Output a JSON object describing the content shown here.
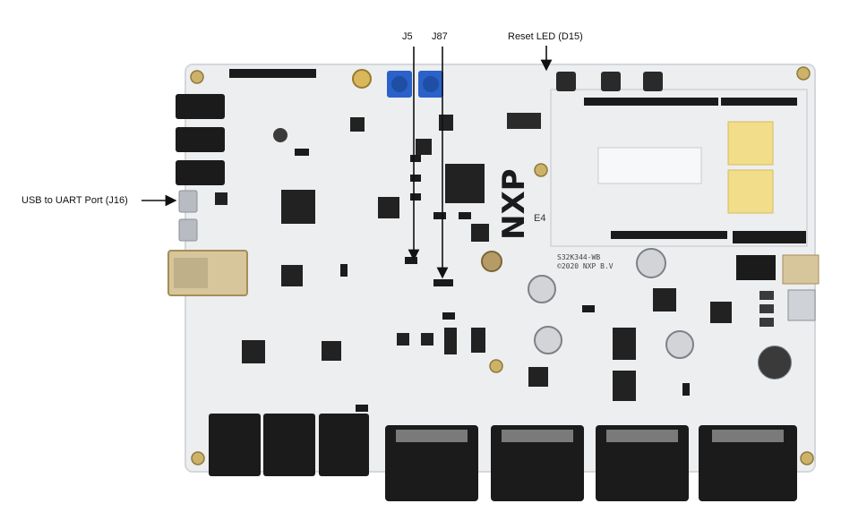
{
  "annotations": {
    "j5": "J5",
    "j87": "J87",
    "reset_led": "Reset LED (D15)",
    "usb_uart": "USB to UART Port (J16)"
  },
  "board": {
    "logo": "NXP",
    "revision": "E4",
    "model": "S32K344-WB",
    "copyright": "©2020 NXP B.V"
  },
  "colors": {
    "pcb": "#eceef0",
    "pcb_edge": "#d4d7db",
    "connector": "#1b1b1b",
    "pot_blue": "#2a62c9",
    "gold": "#f2dd8a",
    "arrow": "#111111"
  }
}
